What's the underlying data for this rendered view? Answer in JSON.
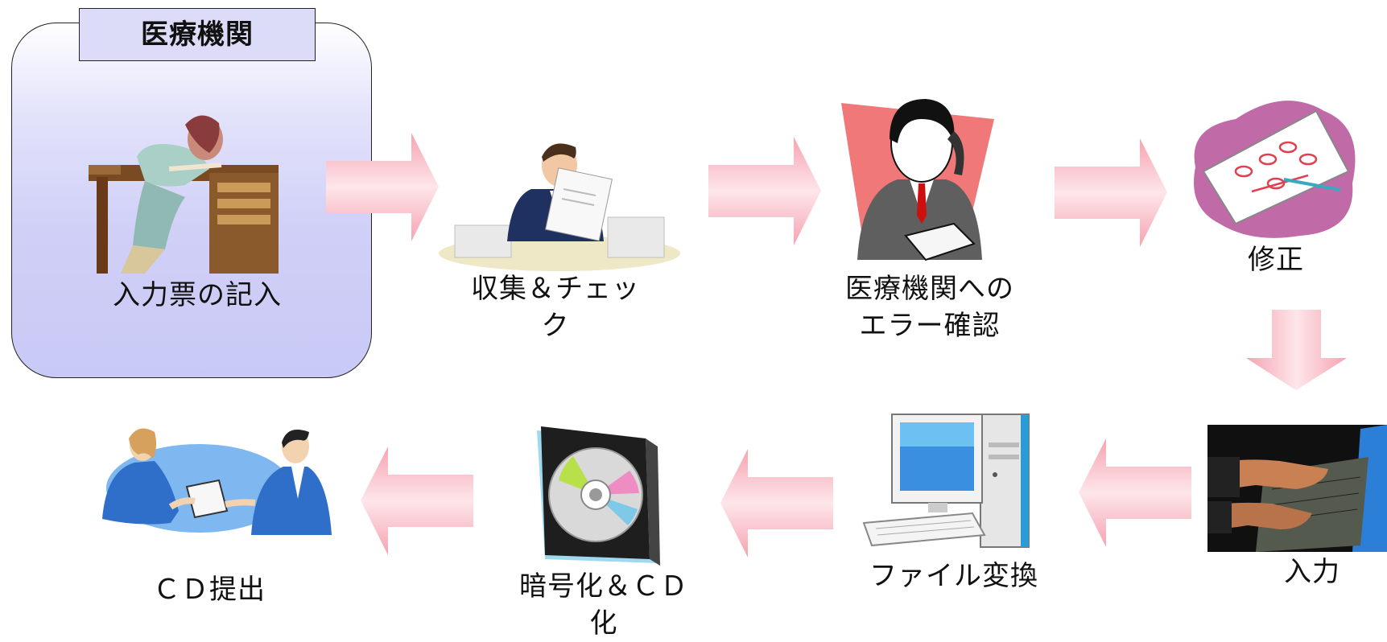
{
  "institution": {
    "title": "医療機関",
    "step_label": "入力票の記入"
  },
  "steps": {
    "collect": "収集＆チェッ\nク",
    "confirm": "医療機関への\nエラー確認",
    "fix": "修正",
    "input": "入力",
    "convert": "ファイル変換",
    "encrypt": "暗号化＆ＣＤ\n化",
    "submit": "ＣＤ提出"
  },
  "colors": {
    "arrow": "#f8b7c2",
    "institution_box": "#c9c9f6"
  }
}
